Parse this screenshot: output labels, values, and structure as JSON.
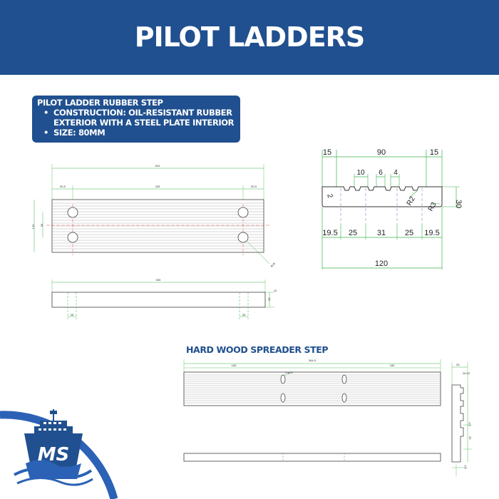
{
  "header": {
    "title": "PILOT LADDERS",
    "bg_color": "#20508f"
  },
  "spec_box": {
    "title": "PILOT LADDER RUBBER STEP",
    "bullets": [
      "CONSTRUCTION: OIL-RESISTANT RUBBER EXTERIOR WITH A STEEL PLATE INTERIOR",
      "SIZE: 80MM"
    ]
  },
  "rubber_step_top_view": {
    "overall": "524",
    "left_offset": "50.5",
    "hole_spacing": "425",
    "right_offset": "50.5",
    "width": "120",
    "hole_pitch": "56",
    "hole_dia": "R15"
  },
  "rubber_step_side_view": {
    "overall": "526",
    "left_width": "25",
    "right_width": "25",
    "thickness": "28",
    "top": "10"
  },
  "profile_view": {
    "top_left": "15",
    "top_middle": "90",
    "top_right": "15",
    "groove_pitch": "10",
    "groove_mid": "6",
    "groove_small": "4",
    "edge_depth": "2",
    "radius_inner": "R2",
    "radius_outer": "R3",
    "height": "30",
    "bottom_segments": [
      "19.5",
      "25",
      "31",
      "25",
      "19.5"
    ],
    "overall": "120"
  },
  "wood_step": {
    "section_title": "HARD WOOD SPREADER STEP",
    "left_dim": "183",
    "overall": "364.5",
    "right_dim": "183",
    "hole_note": "2-φ13",
    "side_dims": [
      "25",
      "26.02",
      "30"
    ],
    "side_dims_2": [
      "1.5",
      "3.9"
    ]
  },
  "logo": {
    "letters": "MS",
    "ring_color": "#2b62b5",
    "ship_color": "#20508f"
  }
}
